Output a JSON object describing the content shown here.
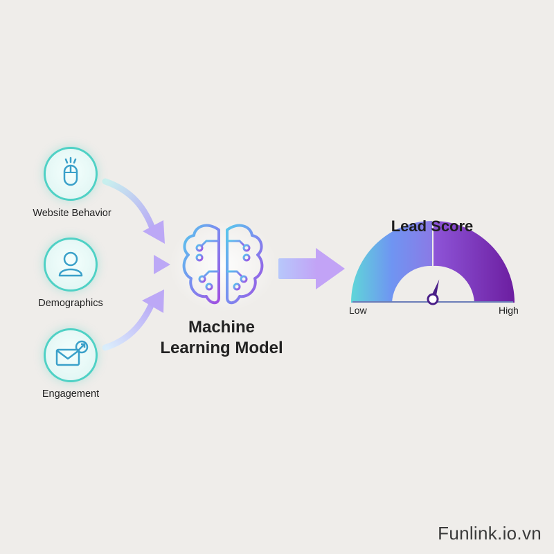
{
  "inputs": [
    {
      "label": "Website Behavior",
      "icon": "mouse-icon"
    },
    {
      "label": "Demographics",
      "icon": "user-icon"
    },
    {
      "label": "Engagement",
      "icon": "email-send-icon"
    }
  ],
  "model": {
    "title_line1": "Machine",
    "title_line2": "Learning Model",
    "icon": "brain-icon"
  },
  "score": {
    "title": "Lead Score",
    "low_label": "Low",
    "high_label": "High",
    "level": 0.6
  },
  "watermark": "Funlink.io.vn",
  "colors": {
    "teal": "#4fd1c5",
    "blue": "#6fa8ff",
    "purple": "#8b3fd6",
    "arrow": "#c7b8f8"
  }
}
